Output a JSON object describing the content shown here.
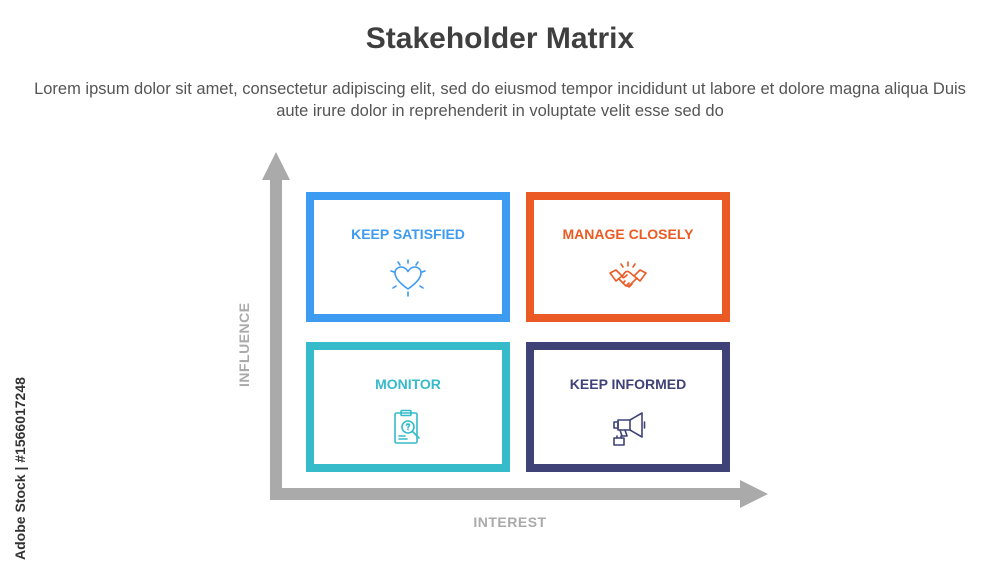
{
  "header": {
    "title": "Stakeholder Matrix",
    "description": "Lorem ipsum dolor sit amet, consectetur adipiscing elit, sed do eiusmod tempor incididunt ut labore et dolore magna aliqua Duis aute irure dolor in reprehenderit in voluptate velit esse sed do"
  },
  "axes": {
    "y_label": "INFLUENCE",
    "x_label": "INTEREST",
    "color": "#aaaaaa"
  },
  "quadrants": [
    {
      "label": "KEEP SATISFIED",
      "color": "#3d9bf2",
      "icon": "heart-icon"
    },
    {
      "label": "MANAGE CLOSELY",
      "color": "#eb5a24",
      "icon": "handshake-icon"
    },
    {
      "label": "MONITOR",
      "color": "#35bbc9",
      "icon": "clipboard-search-icon"
    },
    {
      "label": "KEEP INFORMED",
      "color": "#3f4277",
      "icon": "megaphone-icon"
    }
  ],
  "watermark": "Adobe Stock | #1566017248"
}
